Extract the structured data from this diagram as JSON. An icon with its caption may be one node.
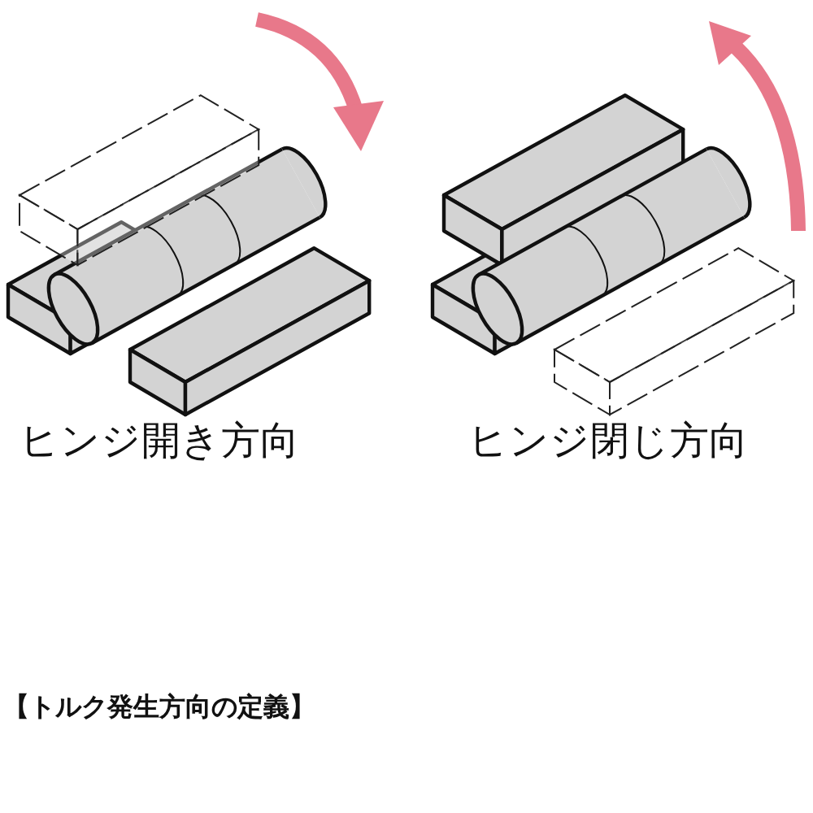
{
  "diagram": {
    "labels": [
      "ヒンジ開き方向",
      "ヒンジ閉じ方向",
      "【トルク発生方向の定義】"
    ]
  }
}
